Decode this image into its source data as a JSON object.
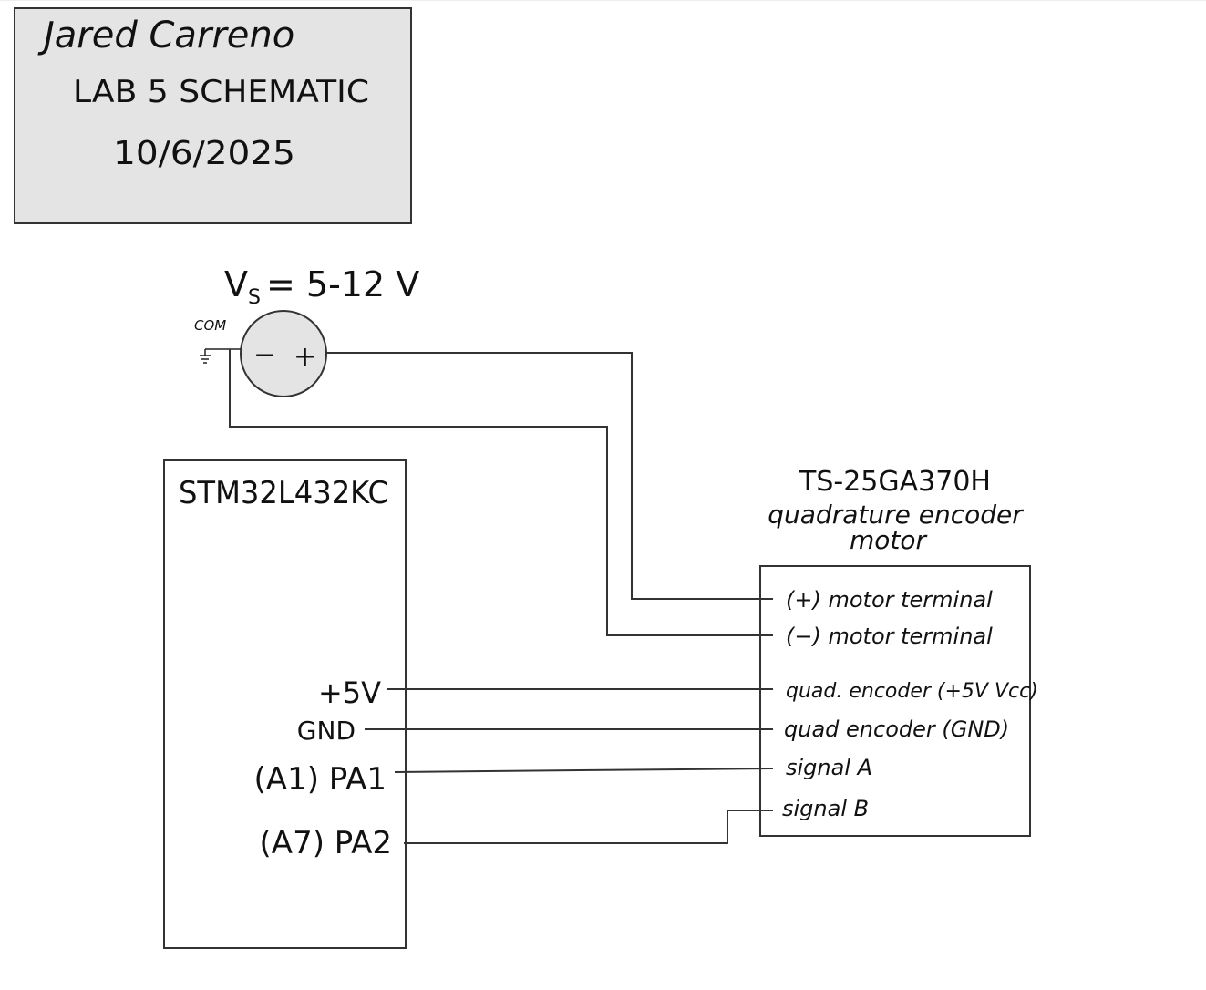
{
  "title_block": {
    "author": "Jared Carreno",
    "title": "LAB 5 SCHEMATIC",
    "date": "10/6/2025"
  },
  "power_source": {
    "label": "Vs = 5-12 V",
    "label_main": "V",
    "label_sub": "S",
    "label_value": "= 5-12 V",
    "minus_sign": "−",
    "plus_sign": "+",
    "ground_label": "COM"
  },
  "microcontroller": {
    "name": "STM32L432KC",
    "pins": [
      {
        "label": "+5V"
      },
      {
        "label": "GND"
      },
      {
        "label": "(A1) PA1"
      },
      {
        "label": "(A7) PA2"
      }
    ]
  },
  "motor": {
    "name_line1": "TS-25GA370H",
    "name_line2": "quadrature encoder",
    "name_line3": "motor",
    "pins": [
      {
        "label": "(+) motor terminal"
      },
      {
        "label": "(−) motor terminal"
      },
      {
        "label": "quad. encoder (+5V Vcc)"
      },
      {
        "label": "quad encoder (GND)"
      },
      {
        "label": "signal A"
      },
      {
        "label": "signal B"
      }
    ]
  },
  "connections": [
    {
      "from": "Vs +",
      "to": "(+) motor terminal"
    },
    {
      "from": "Vs − / COM",
      "to": "(−) motor terminal"
    },
    {
      "from": "+5V",
      "to": "quad. encoder (+5V Vcc)"
    },
    {
      "from": "GND",
      "to": "quad encoder (GND)"
    },
    {
      "from": "(A1) PA1",
      "to": "signal A"
    },
    {
      "from": "(A7) PA2",
      "to": "signal B"
    }
  ]
}
